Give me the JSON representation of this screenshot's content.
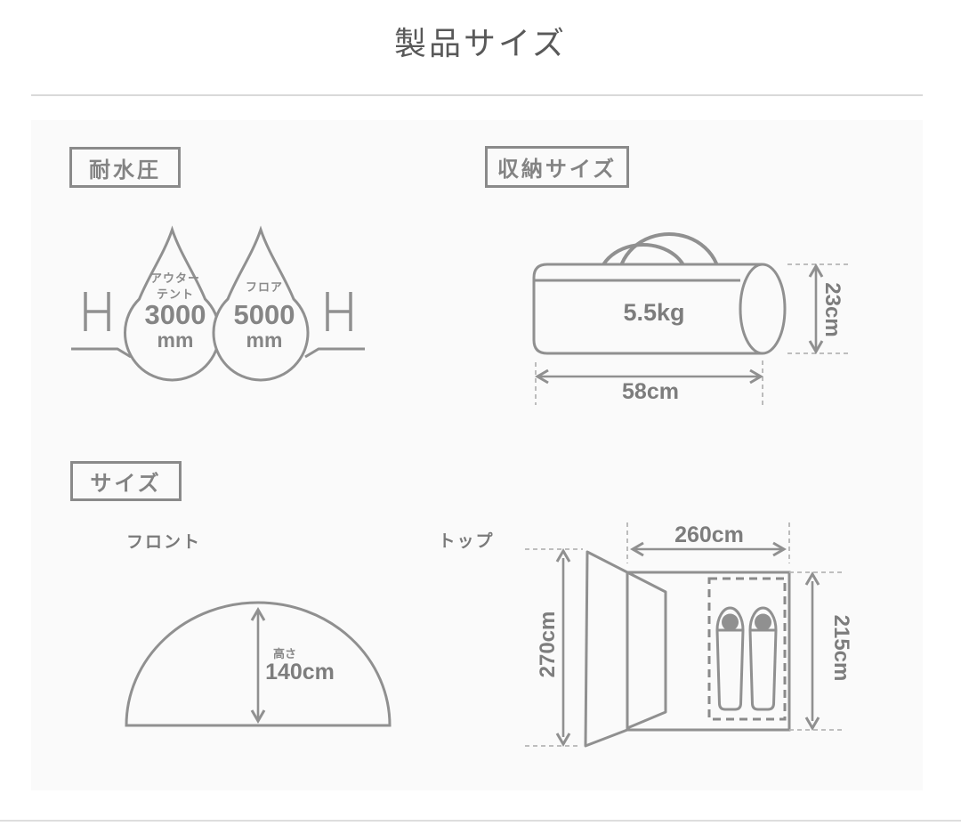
{
  "page": {
    "title": "製品サイズ",
    "colors": {
      "line": "#909090",
      "dim_text": "#7d7d7d",
      "panel_bg": "#fafafa"
    }
  },
  "water_resistance": {
    "label": "耐水圧",
    "drops": [
      {
        "line1": "アウター",
        "line2": "テント",
        "value": "3000",
        "unit": "mm"
      },
      {
        "line1": "フロア",
        "value": "5000",
        "unit": "mm"
      }
    ]
  },
  "storage": {
    "label": "収納サイズ",
    "weight": "5.5kg",
    "height": "23cm",
    "length": "58cm"
  },
  "size": {
    "label": "サイズ",
    "front": {
      "label": "フロント",
      "height_caption": "高さ",
      "height": "140cm"
    },
    "top": {
      "label": "トップ",
      "width": "260cm",
      "depth": "270cm",
      "inner_depth": "215cm"
    }
  }
}
